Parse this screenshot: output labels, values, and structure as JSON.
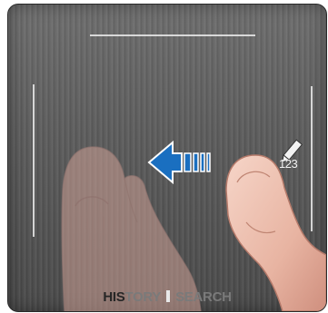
{
  "touchpad": {
    "mode_label_part1": "HISTORY",
    "mode_label_part2": "SEARCH",
    "mode_label_active": "HIS",
    "mode_label_rest": "TORY",
    "numbers_badge": "123",
    "pencil_icon": "pencil-icon",
    "arrow_icon": "arrow-left-icon",
    "gesture": "swipe-left"
  },
  "colors": {
    "arrow_blue": "#1a6fc0",
    "panel_gray": "#5c5c5c",
    "guide_line": "#ebebeb"
  }
}
